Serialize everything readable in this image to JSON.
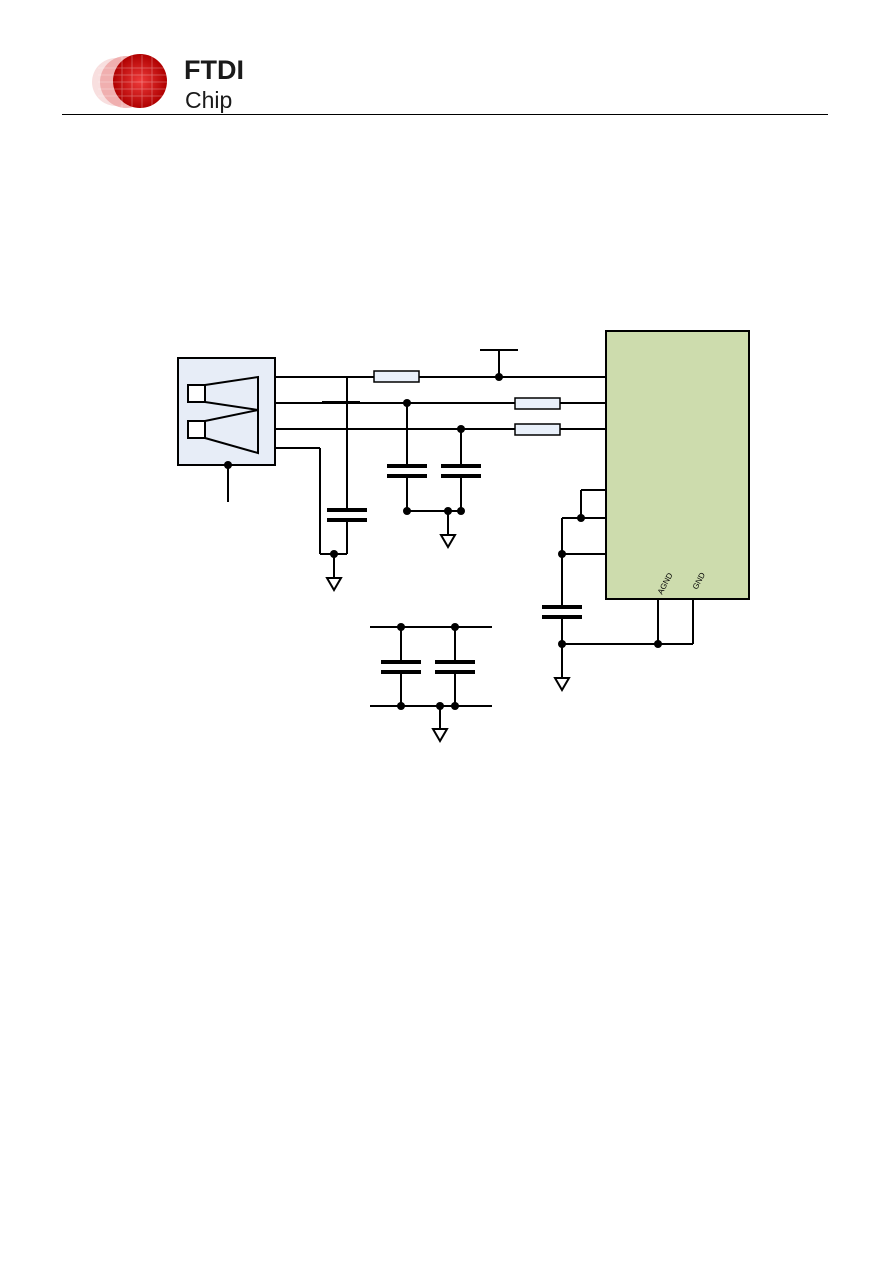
{
  "header": {
    "logo": {
      "brand_top": "FTDI",
      "brand_bottom": "Chip",
      "colors": {
        "brand_red": "#cc0000",
        "brand_dark": "#1a1a1a"
      }
    }
  },
  "schematic": {
    "ic_pins": {
      "agnd": "AGND",
      "gnd": "GND"
    },
    "colors": {
      "ic_fill": "#cddcad",
      "connector_fill": "#e7edf7",
      "resistor_fill": "#e9f0fa",
      "wire": "#000000"
    }
  }
}
